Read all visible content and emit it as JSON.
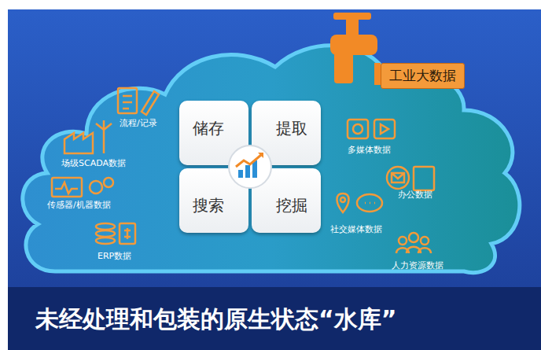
{
  "diagram": {
    "caption": "未经处理和包装的原生状态“水库”",
    "nodes": [
      {
        "text": [
          "工业大数据"
        ]
      },
      {
        "text": [
          "储存"
        ]
      },
      {
        "text": [
          "提取"
        ]
      },
      {
        "text": [
          "搜索"
        ]
      },
      {
        "text": [
          "挖掘"
        ]
      }
    ],
    "labels": [
      "流程/记录",
      "场级SCADA数据",
      "传感器/机器数据",
      "ERP数据",
      "多媒体数据",
      "办公数据",
      "社交媒体数据",
      "人力资源数据"
    ]
  }
}
